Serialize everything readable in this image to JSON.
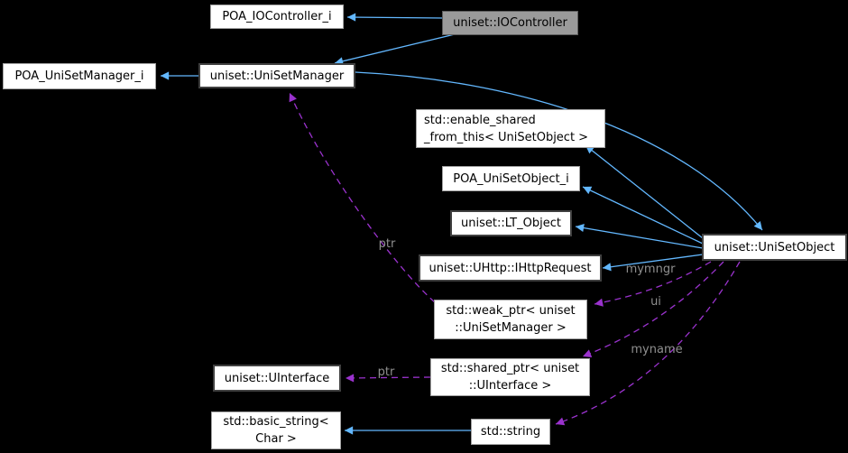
{
  "graph": {
    "kind": "collaboration-diagram",
    "background": "#000000",
    "colors": {
      "inheritance_edge": "#63B8FF",
      "usage_edge": "#9A32CD",
      "edge_label_text": "#8f8f8f",
      "node_fill": "#ffffff",
      "node_text": "#000000",
      "node_border_light": "#a2a2a2",
      "node_border_dark": "#404040",
      "selected_node_fill": "#9a9a9a"
    },
    "nodes": {
      "poa_iocontroller_i": {
        "label": "POA_IOController_i"
      },
      "iocontroller": {
        "label": "uniset::IOController"
      },
      "poa_unisetmanager_i": {
        "label": "POA_UniSetManager_i"
      },
      "unisetmanager": {
        "label": "uniset::UniSetManager"
      },
      "enable_shared": {
        "line1": "std::enable_shared",
        "line2": "_from_this< UniSetObject >"
      },
      "poa_unisetobject_i": {
        "label": "POA_UniSetObject_i"
      },
      "lt_object": {
        "label": "uniset::LT_Object"
      },
      "unisetobject": {
        "label": "uniset::UniSetObject"
      },
      "ihttprequest": {
        "label": "uniset::UHttp::IHttpRequest"
      },
      "weak_ptr": {
        "line1": "std::weak_ptr< uniset",
        "line2": "::UniSetManager >"
      },
      "uinterface": {
        "label": "uniset::UInterface"
      },
      "shared_ptr": {
        "line1": "std::shared_ptr< uniset",
        "line2": "::UInterface >"
      },
      "basic_string": {
        "line1": "std::basic_string<",
        "line2": "Char >"
      },
      "string": {
        "label": "std::string"
      }
    },
    "edge_labels": {
      "ptr_weak": "ptr",
      "mymngr": "mymngr",
      "ui": "ui",
      "myname": "myname",
      "ptr_shared": "ptr"
    }
  }
}
